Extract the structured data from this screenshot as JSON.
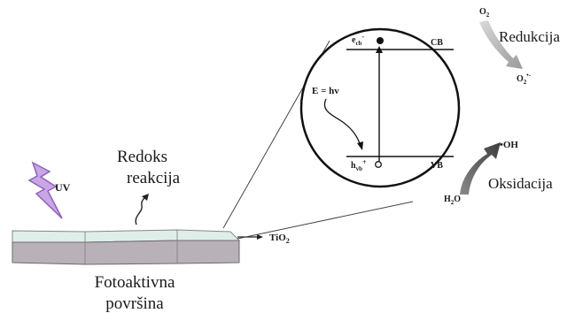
{
  "labels": {
    "uv": "UV",
    "redox": [
      "Redoks",
      "reakcija"
    ],
    "tio2": "TiO",
    "tio2_sub": "2",
    "surface": [
      "Fotoaktivna",
      "površina"
    ],
    "energy": "E = hv",
    "e_main": "e",
    "e_sub": "cb",
    "e_sup": "-",
    "h_main": "h",
    "h_sub": "vb",
    "h_sup": "+",
    "cb": "CB",
    "vb": "VB",
    "o2": "O",
    "o2_sub": "2",
    "o2rad": "O",
    "o2rad_sub": "2",
    "o2rad_sup": "•-",
    "reduction": "Redukcija",
    "oh": "•OH",
    "h2o": "H",
    "h2o_sub": "2",
    "h2o_tail": "O",
    "oxidation": "Oksidacija"
  },
  "colors": {
    "uv_bolt": "#c9a6e6",
    "uv_bolt_stroke": "#8e63b8",
    "layer_top": "#dfeee8",
    "layer_bottom": "#b8b2b8",
    "reduction_arrow": "#bdbdbd",
    "oxidation_arrow": "#5a5a5a"
  }
}
